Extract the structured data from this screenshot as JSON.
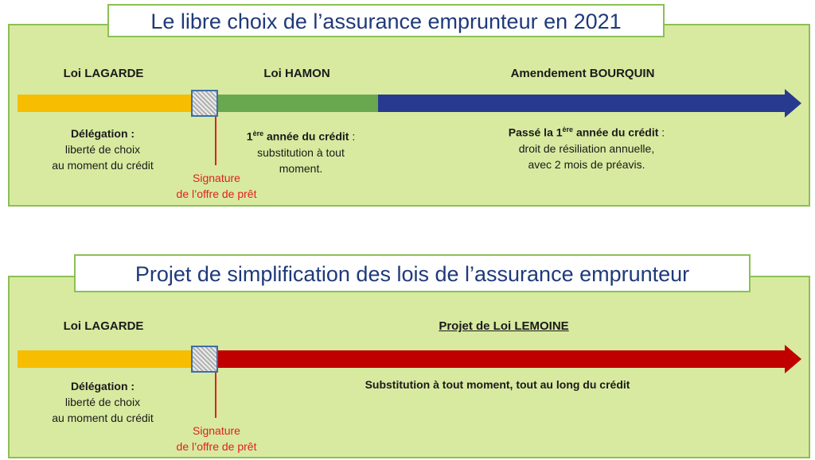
{
  "colors": {
    "panel_bg": "#d8eaa0",
    "panel_border": "#8cbf55",
    "title_text": "#1f3a7a",
    "lagarde_bar": "#f7bd00",
    "hamon_bar": "#6aa84f",
    "bourquin_bar": "#283a8f",
    "lemoine_bar": "#c00000",
    "signature_red": "#e02020"
  },
  "panel1": {
    "title": "Le libre choix de l’assurance emprunteur en 2021",
    "lagarde": {
      "label": "Loi LAGARDE",
      "desc_bold": "Délégation :",
      "desc_line2": "liberté de choix",
      "desc_line3": "au moment du crédit"
    },
    "hamon": {
      "label": "Loi HAMON",
      "desc_num": "1",
      "desc_sup": "ère",
      "desc_bold": " année du crédit",
      "desc_rest": " :",
      "desc_line2": "substitution à tout",
      "desc_line3": "moment."
    },
    "bourquin": {
      "label": "Amendement BOURQUIN",
      "desc_pre": "Passé la 1",
      "desc_sup": "ère",
      "desc_bold": " année du crédit",
      "desc_rest": " :",
      "desc_line2": "droit de résiliation annuelle,",
      "desc_line3": "avec 2 mois de préavis."
    },
    "signature": {
      "line1": "Signature",
      "line2": "de l’offre de prêt"
    }
  },
  "panel2": {
    "title": "Projet de simplification des lois de l’assurance emprunteur",
    "lagarde": {
      "label": "Loi LAGARDE",
      "desc_bold": "Délégation :",
      "desc_line2": "liberté de choix",
      "desc_line3": "au moment du crédit"
    },
    "lemoine": {
      "label": "Projet de Loi LEMOINE",
      "desc": "Substitution à tout moment, tout au long du crédit"
    },
    "signature": {
      "line1": "Signature",
      "line2": "de l’offre de prêt"
    }
  }
}
